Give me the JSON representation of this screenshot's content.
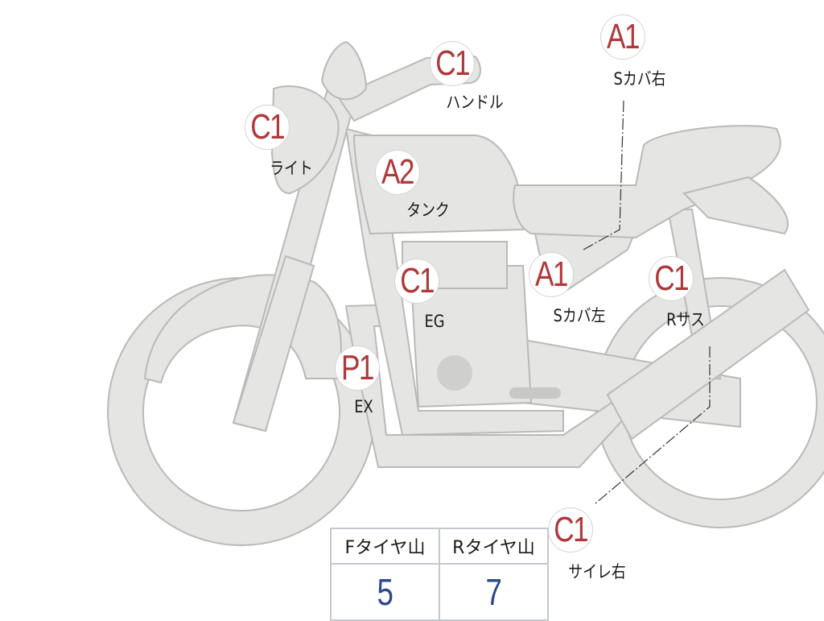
{
  "parts": [
    {
      "grade": "A1",
      "label": "Sカバ右"
    },
    {
      "grade": "C1",
      "label": "ハンドル"
    },
    {
      "grade": "C1",
      "label": "ライト"
    },
    {
      "grade": "A2",
      "label": "タンク"
    },
    {
      "grade": "C1",
      "label": "EG"
    },
    {
      "grade": "A1",
      "label": "Sカバ左"
    },
    {
      "grade": "C1",
      "label": "Rサス"
    },
    {
      "grade": "P1",
      "label": "EX"
    },
    {
      "grade": "C1",
      "label": "サイレ右"
    }
  ],
  "tire_table": {
    "headers": [
      "Fタイヤ山",
      "Rタイヤ山"
    ],
    "values": [
      "5",
      "7"
    ]
  },
  "colors": {
    "grade": "#b0383a",
    "tread": "#2d4a8e",
    "body": "#e5e5e3"
  }
}
